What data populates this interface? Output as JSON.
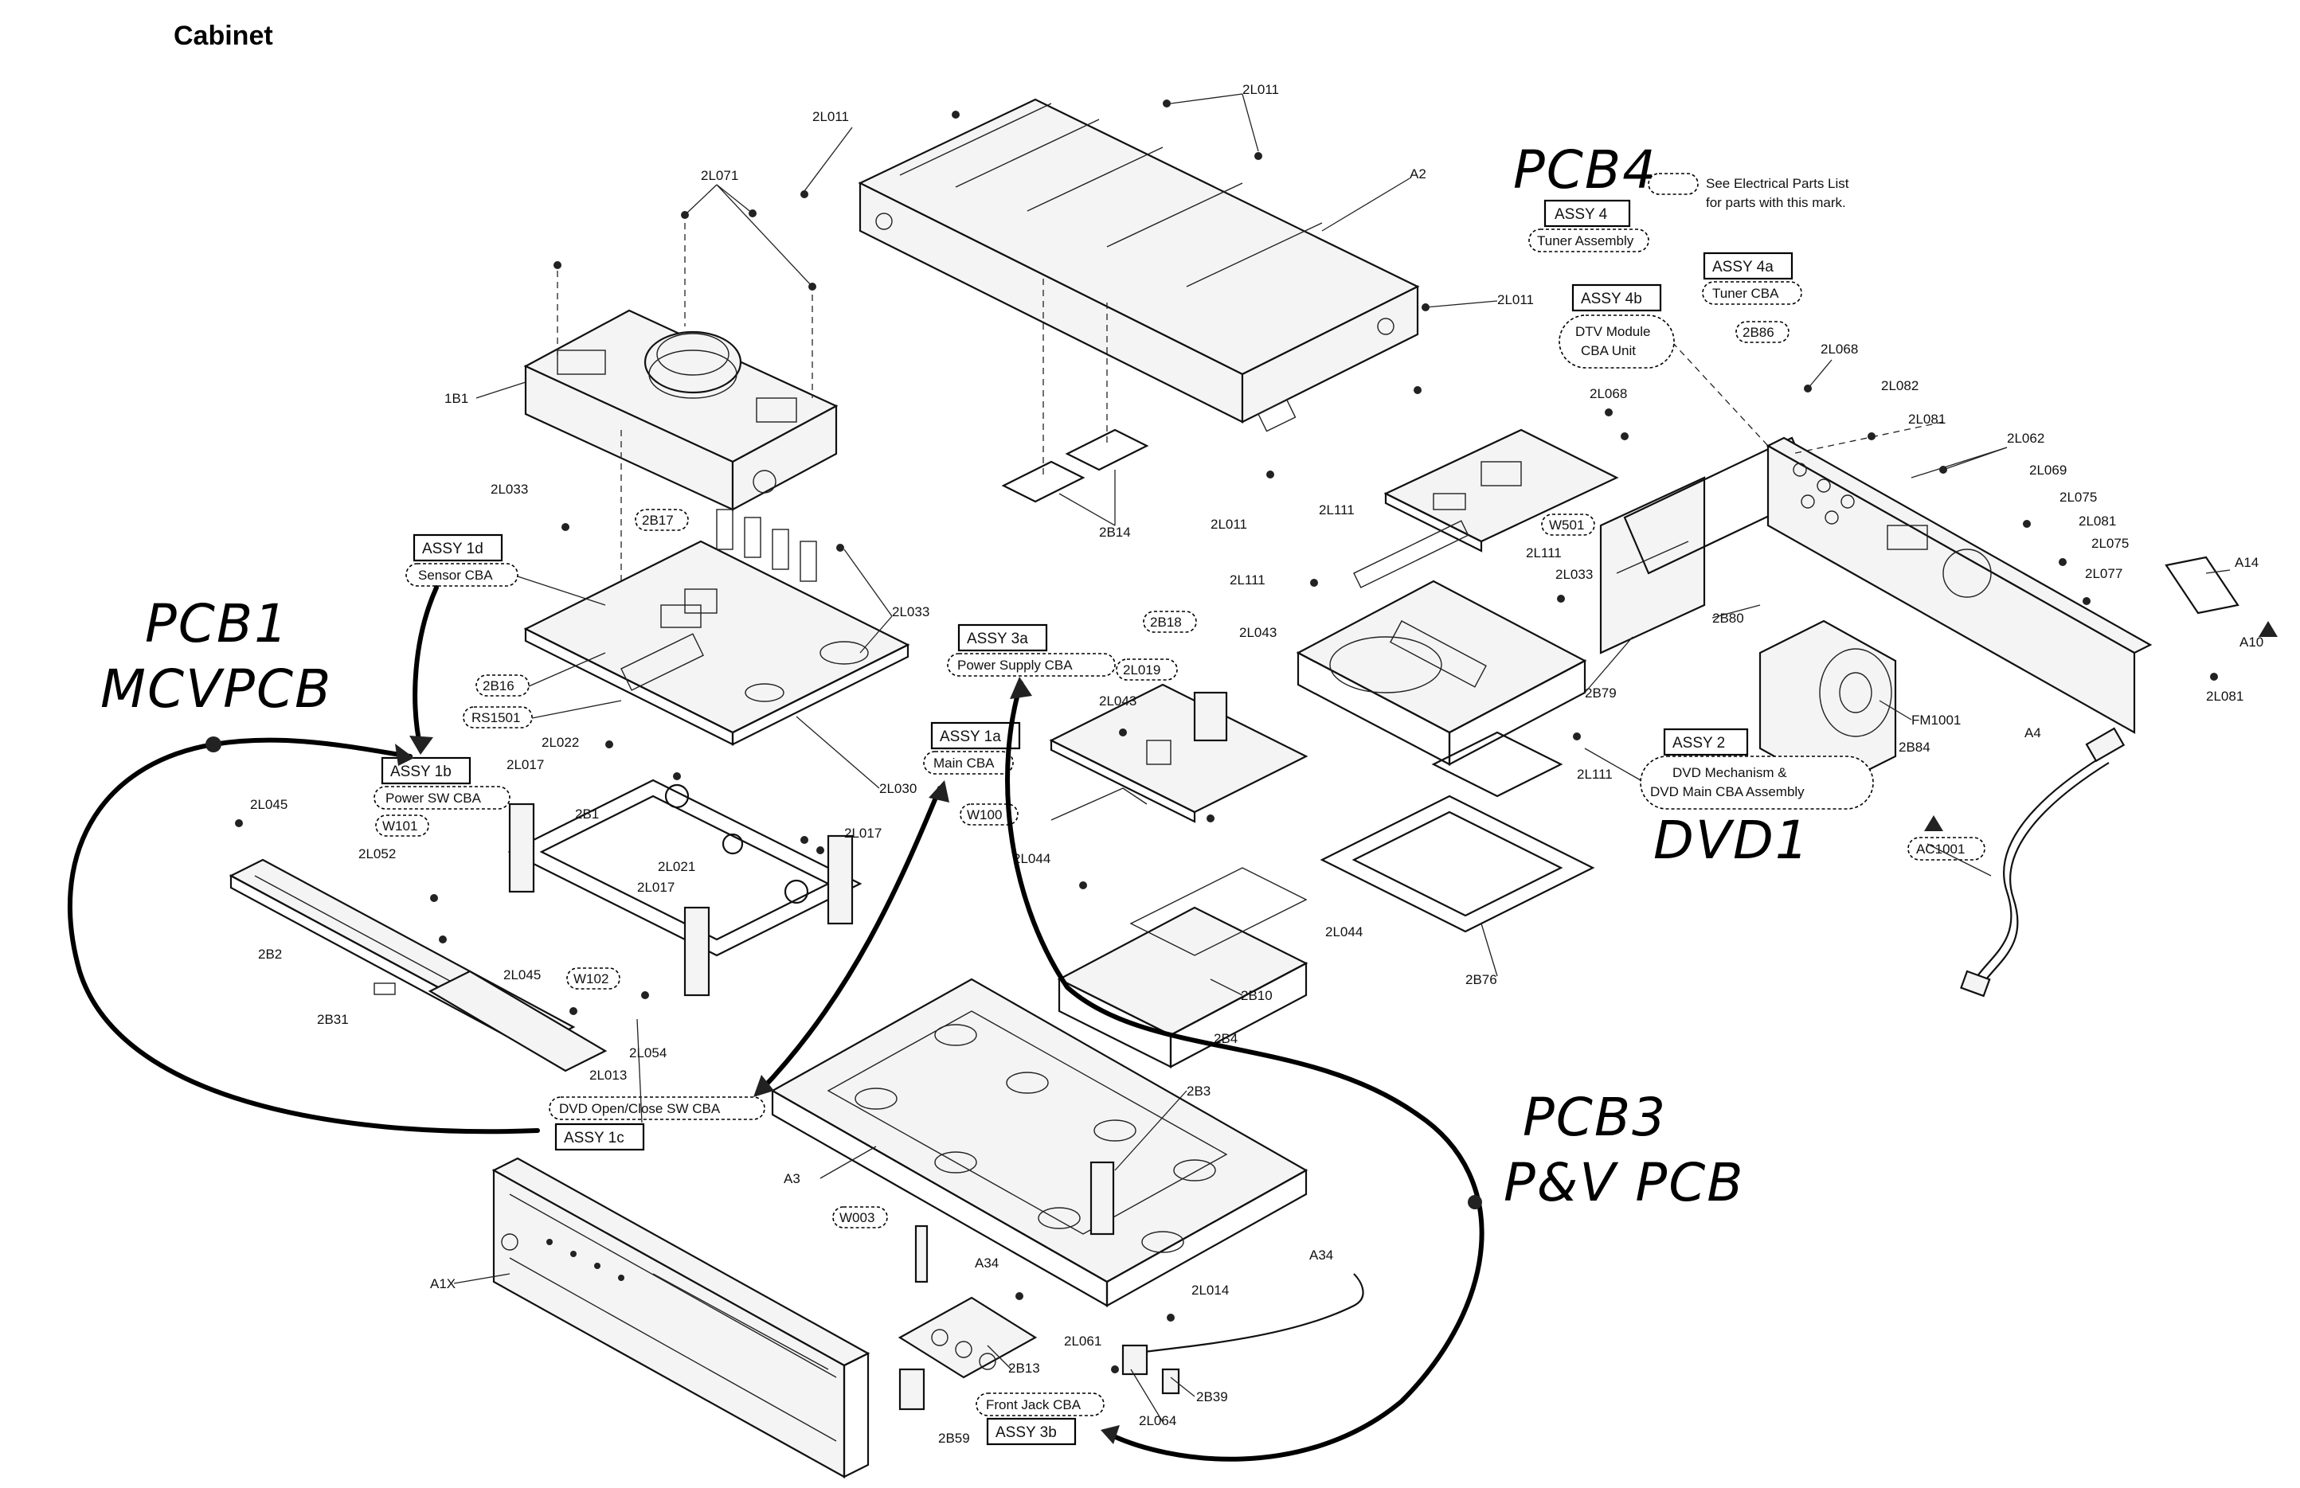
{
  "title": "Cabinet",
  "legend_note": [
    "See Electrical Parts List",
    "for parts with this mark."
  ],
  "handwritten": {
    "pcb1_line1": "PCB1",
    "pcb1_line2": "MCVPCB",
    "pcb3_line1": "PCB3",
    "pcb3_line2": "P&V PCB",
    "pcb4": "PCB4",
    "dvd1": "DVD1"
  },
  "assemblies": {
    "assy4": {
      "box": "ASSY 4",
      "oval": "Tuner Assembly"
    },
    "assy4a": {
      "box": "ASSY 4a",
      "oval": "Tuner CBA"
    },
    "assy4b": {
      "box": "ASSY 4b",
      "oval1": "DTV Module",
      "oval2": "CBA Unit"
    },
    "assy1d": {
      "box": "ASSY 1d",
      "oval": "Sensor CBA"
    },
    "assy3a": {
      "box": "ASSY 3a",
      "oval": "Power Supply CBA"
    },
    "assy1a": {
      "box": "ASSY 1a",
      "oval": "Main CBA"
    },
    "assy1b": {
      "box": "ASSY 1b",
      "oval": "Power SW CBA"
    },
    "assy2": {
      "box": "ASSY 2",
      "oval1": "DVD Mechanism &",
      "oval2": "DVD Main CBA Assembly"
    },
    "assy1c": {
      "box": "ASSY 1c",
      "oval": "DVD Open/Close SW CBA"
    },
    "assy3b": {
      "box": "ASSY 3b",
      "oval": "Front Jack CBA"
    }
  },
  "oval_labels": {
    "b86": "2B86",
    "b17": "2B17",
    "b16": "2B16",
    "rs1501": "RS1501",
    "b18": "2B18",
    "l019": "2L019",
    "w501": "W501",
    "w101": "W101",
    "w100": "W100",
    "w102": "W102",
    "w003": "W003",
    "ac1001": "AC1001"
  },
  "part_labels": {
    "l011_a": "2L011",
    "l011_b": "2L011",
    "l011_c": "2L011",
    "l011_d": "2L011",
    "a2": "A2",
    "b14": "2B14",
    "l071": "2L071",
    "b1_1": "1B1",
    "l033_a": "2L033",
    "l033_b": "2L033",
    "l033_c": "2L033",
    "l022": "2L022",
    "l017_a": "2L017",
    "l017_b": "2L017",
    "l017_c": "2L017",
    "l030": "2L030",
    "l021": "2L021",
    "b1": "2B1",
    "l045_a": "2L045",
    "l045_b": "2L045",
    "l052": "2L052",
    "b2": "2B2",
    "b31": "2B31",
    "l054": "2L054",
    "l013": "2L013",
    "l043_a": "2L043",
    "l043_b": "2L043",
    "l044_a": "2L044",
    "l044_b": "2L044",
    "b10": "2B10",
    "b4": "2B4",
    "b3": "2B3",
    "a3": "A3",
    "l068_a": "2L068",
    "l068_b": "2L068",
    "l111_a": "2L111",
    "l111_b": "2L111",
    "l111_c": "2L111",
    "l111_d": "2L111",
    "b79": "2B79",
    "b76": "2B76",
    "l082": "2L082",
    "l081_a": "2L081",
    "l081_b": "2L081",
    "l081_c": "2L081",
    "l062": "2L062",
    "l069": "2L069",
    "l075_a": "2L075",
    "l075_b": "2L075",
    "l077": "2L077",
    "a14": "A14",
    "a10": "A10",
    "b80": "2B80",
    "fm1001": "FM1001",
    "b84": "2B84",
    "a4": "A4",
    "a1x": "A1X",
    "a34_a": "A34",
    "a34_b": "A34",
    "l014": "2L014",
    "l061": "2L061",
    "b13": "2B13",
    "b59": "2B59",
    "l064": "2L064",
    "b39": "2B39"
  }
}
